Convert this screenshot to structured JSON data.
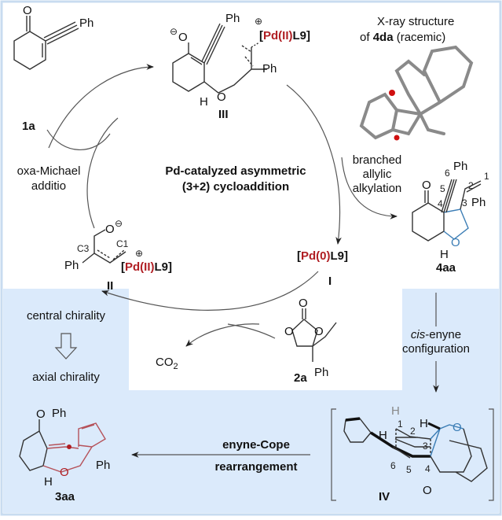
{
  "figure": {
    "colors": {
      "panel_bg": "#dbeafb",
      "panel_border": "#c8dcf0",
      "catalyst_red": "#b01e23",
      "ring_blue": "#3b7db5",
      "allene_red": "#b5525a"
    },
    "cycle_title": [
      "Pd-catalyzed asymmetric",
      "(3+2) cycloaddition"
    ],
    "compounds": {
      "c1a": {
        "label": "1a",
        "substituent": "Ph",
        "atom_O": "O"
      },
      "c2a": {
        "label": "2a",
        "substituent": "Ph",
        "atoms": [
          "O",
          "O",
          "O"
        ]
      },
      "c4aa": {
        "label": "4aa",
        "substituents": [
          "Ph",
          "Ph"
        ],
        "atom_O": "O",
        "atom_H": "H",
        "numbers": [
          "1",
          "2",
          "3",
          "4",
          "5",
          "6"
        ]
      },
      "c3aa": {
        "label": "3aa",
        "substituents": [
          "Ph",
          "Ph"
        ],
        "atom_O": "O",
        "atom_O2": "O",
        "atom_H": "H"
      },
      "int_I": {
        "label": "I",
        "catalyst_open": "[",
        "catalyst_metal": "Pd(0)",
        "catalyst_ligand": "L9]"
      },
      "int_II": {
        "label": "II",
        "catalyst_open": "[",
        "catalyst_metal": "Pd(II)",
        "catalyst_ligand": "L9]",
        "c3": "C3",
        "c1": "C1",
        "substituent": "Ph",
        "atom_O": "O",
        "charge_neg": "⊖",
        "charge_pos": "⊕"
      },
      "int_III": {
        "label": "III",
        "catalyst_open": "[",
        "catalyst_metal": "Pd(II)",
        "catalyst_ligand": "L9]",
        "substituents": [
          "Ph",
          "Ph"
        ],
        "atom_O": "O",
        "atom_O2": "O",
        "atom_H": "H",
        "charge_neg": "⊖",
        "charge_pos": "⊕"
      },
      "int_IV": {
        "label": "IV",
        "atoms_H": [
          "H",
          "H",
          "H"
        ],
        "atom_O": "O",
        "atom_O2": "O",
        "numbers": [
          "1",
          "2",
          "3",
          "4",
          "5",
          "6"
        ]
      }
    },
    "steps": {
      "oxa_michael": [
        "oxa-Michael",
        "additio"
      ],
      "branched": [
        "branched",
        "allylic",
        "alkylation"
      ],
      "co2": {
        "main": "CO",
        "sub": "2"
      },
      "cis_enyne": {
        "italic": "cis",
        "rest": "-enyne",
        "line2": "configuration"
      },
      "enyne_cope": [
        "enyne-Cope",
        "rearrangement"
      ]
    },
    "chirality": {
      "top": "central chirality",
      "bottom": "axial chirality"
    },
    "xray": {
      "line1": "X-ray structure",
      "line2_pre": "of ",
      "line2_bold": "4da",
      "line2_post": " (racemic)"
    }
  }
}
